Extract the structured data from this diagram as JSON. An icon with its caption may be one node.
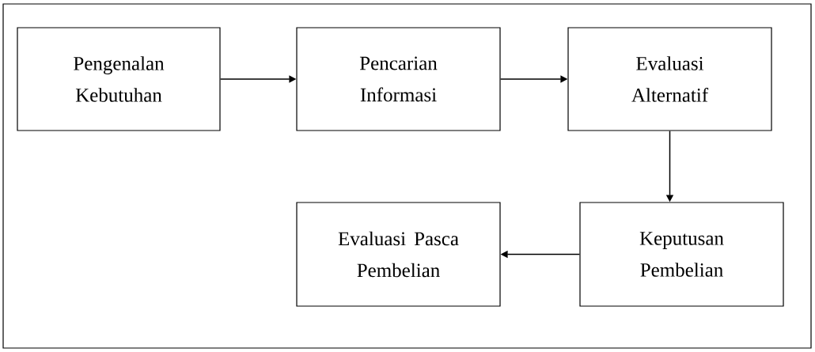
{
  "diagram": {
    "nodes": [
      {
        "text": [
          "Pengenalan Kebutuhan"
        ]
      },
      {
        "text": [
          "Pencarian Informasi"
        ]
      },
      {
        "text": [
          "Evaluasi Alternatif"
        ]
      },
      {
        "text": [
          "Keputusan Pembelian"
        ]
      },
      {
        "text": [
          "Evaluasi Pasca Pembelian"
        ]
      }
    ],
    "edges": [
      {
        "from": 0,
        "to": 1,
        "arrow": "to"
      },
      {
        "from": 1,
        "to": 2,
        "arrow": "to"
      },
      {
        "from": 2,
        "to": 3,
        "arrow": "to"
      },
      {
        "from": 3,
        "to": 4,
        "arrow": "to"
      }
    ]
  }
}
